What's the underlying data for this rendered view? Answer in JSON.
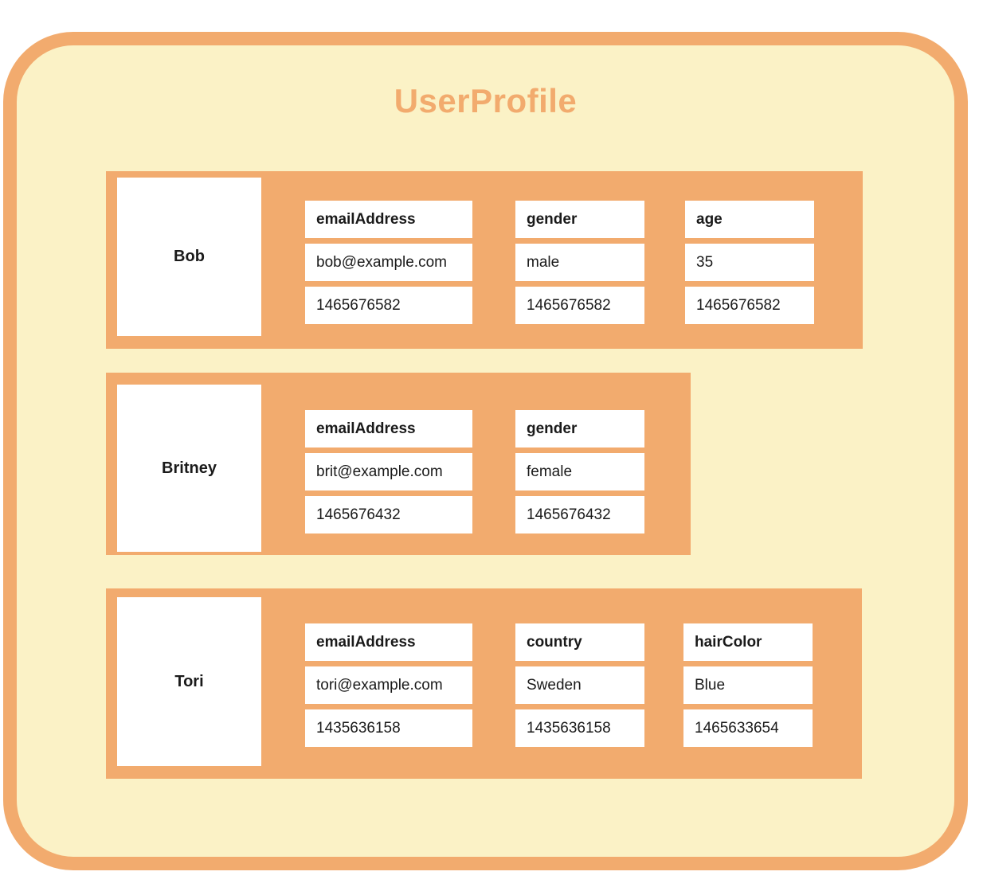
{
  "diagram": {
    "title": "UserProfile",
    "colors": {
      "accent": "#f2ab6e",
      "canvas": "#fbf2c6",
      "cell_bg": "#ffffff",
      "text": "#1a1a1a"
    },
    "rows": [
      {
        "key": "Bob",
        "columns": [
          {
            "name": "emailAddress",
            "value": "bob@example.com",
            "timestamp": "1465676582"
          },
          {
            "name": "gender",
            "value": "male",
            "timestamp": "1465676582"
          },
          {
            "name": "age",
            "value": "35",
            "timestamp": "1465676582"
          }
        ]
      },
      {
        "key": "Britney",
        "columns": [
          {
            "name": "emailAddress",
            "value": "brit@example.com",
            "timestamp": "1465676432"
          },
          {
            "name": "gender",
            "value": "female",
            "timestamp": "1465676432"
          }
        ]
      },
      {
        "key": "Tori",
        "columns": [
          {
            "name": "emailAddress",
            "value": "tori@example.com",
            "timestamp": "1435636158"
          },
          {
            "name": "country",
            "value": "Sweden",
            "timestamp": "1435636158"
          },
          {
            "name": "hairColor",
            "value": "Blue",
            "timestamp": "1465633654"
          }
        ]
      }
    ]
  }
}
